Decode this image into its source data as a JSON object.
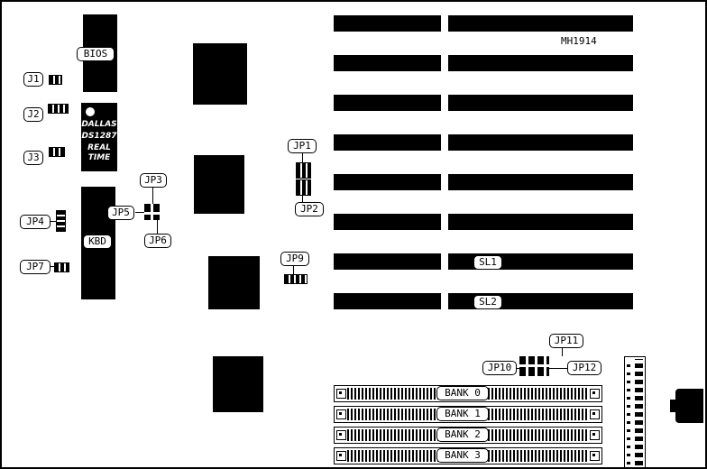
{
  "board": {
    "part_number": "MH1914",
    "chips": {
      "bios": "BIOS",
      "kbd": "KBD",
      "dallas": [
        "DALLAS",
        "DS1287",
        "REAL TIME"
      ]
    },
    "connectors": {
      "j1": "J1",
      "j2": "J2",
      "j3": "J3",
      "jp1": "JP1",
      "jp2": "JP2",
      "jp3": "JP3",
      "jp4": "JP4",
      "jp5": "JP5",
      "jp6": "JP6",
      "jp7": "JP7",
      "jp9": "JP9",
      "jp10": "JP10",
      "jp11": "JP11",
      "jp12": "JP12",
      "sl1": "SL1",
      "sl2": "SL2"
    },
    "banks": [
      "BANK 0",
      "BANK 1",
      "BANK 2",
      "BANK 3"
    ]
  }
}
